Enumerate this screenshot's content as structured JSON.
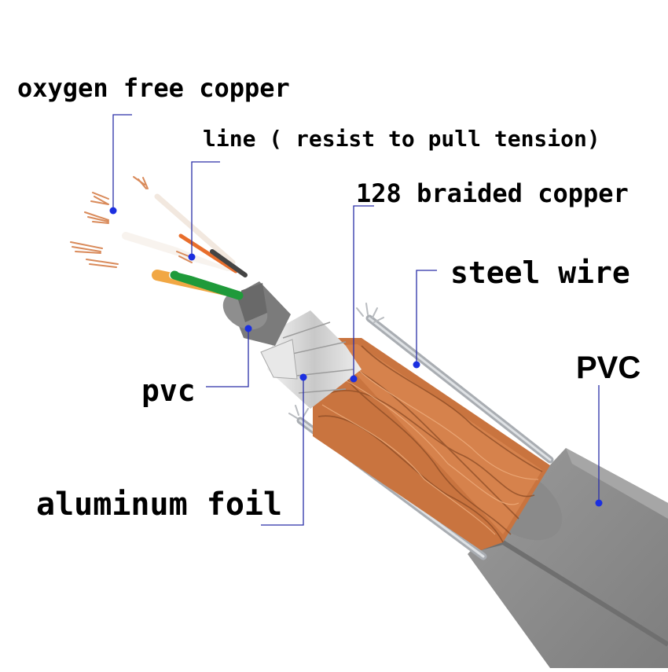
{
  "labels": {
    "oxygen_free_copper": "oxygen free copper",
    "line": "line ( resist to pull tension)",
    "braided_copper": "128 braided copper",
    "steel_wire": "steel wire",
    "pvc_outer": "PVC",
    "pvc_inner": "pvc",
    "aluminum_foil": "aluminum foil"
  },
  "colors": {
    "leader_line": "#2a2fa8",
    "leader_dot": "#1b2fe0",
    "outer_jacket": "#8c8c8c",
    "inner_jacket": "#7a7a7a",
    "braid": "#c9743f",
    "foil": "#d6d6d6",
    "steel": "#b9bcc0",
    "copper": "#d98a5a",
    "green_pair": "#1f9a3a",
    "orange_pair": "#f0a23a"
  }
}
